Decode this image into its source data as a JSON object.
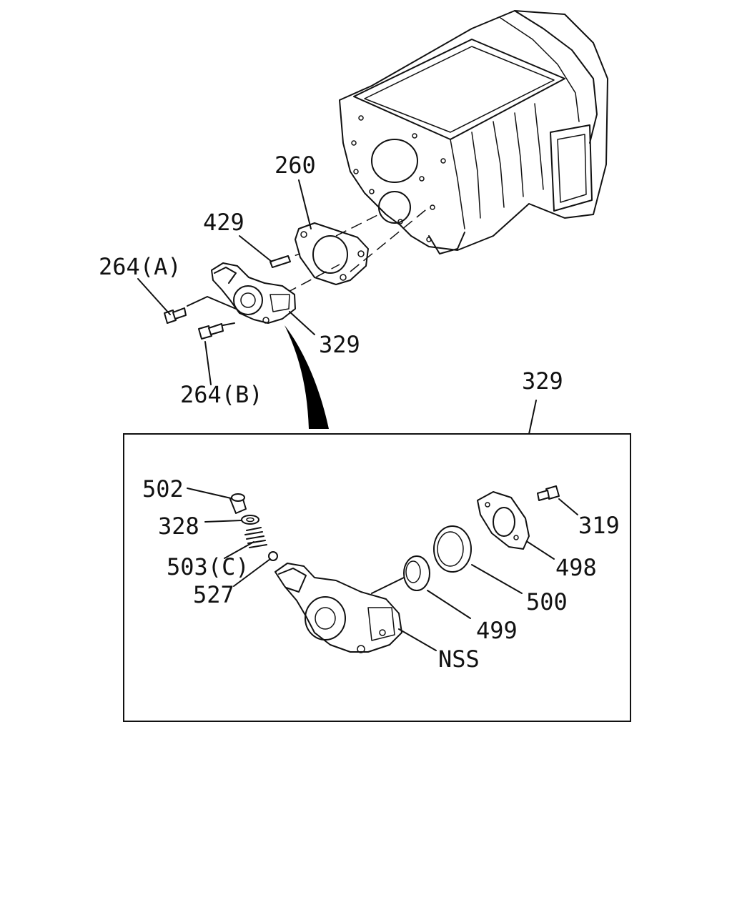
{
  "labels": {
    "top_260": "260",
    "top_429": "429",
    "top_264a": "264(A)",
    "top_264b": "264(B)",
    "top_329": "329",
    "box_329": "329",
    "l502": "502",
    "l328": "328",
    "l503c": "503(C)",
    "l527": "527",
    "l319": "319",
    "l498": "498",
    "l500": "500",
    "l499": "499",
    "lnss": "NSS"
  }
}
